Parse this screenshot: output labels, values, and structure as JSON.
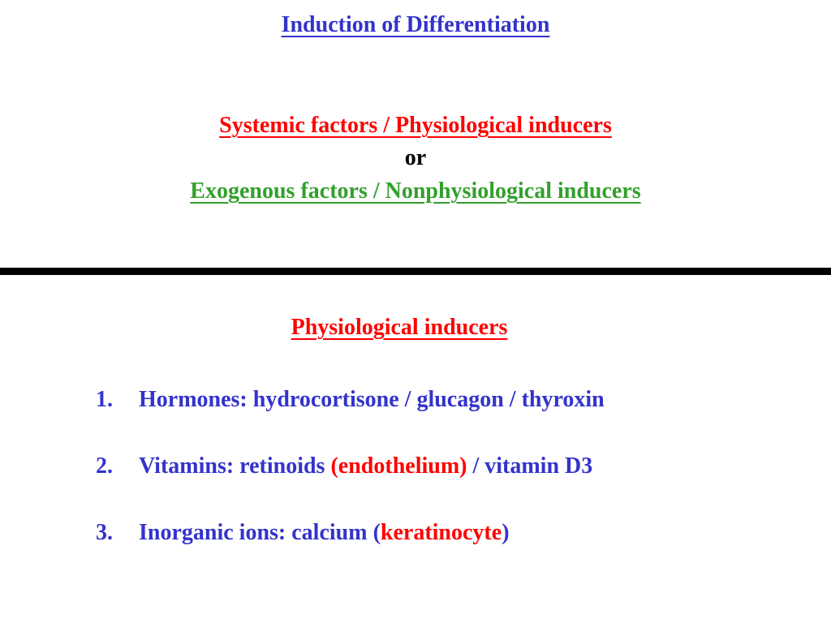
{
  "slide": {
    "title": "Induction of Differentiation",
    "systemic": "Systemic factors / Physiological inducers",
    "or": "or",
    "exogenous": "Exogenous factors / Nonphysiological inducers",
    "section_heading": "Physiological inducers",
    "items": [
      {
        "number": "1.",
        "text": "Hormones: hydrocortisone / glucagon / thyroxin"
      },
      {
        "number": "2.",
        "text_before": "Vitamins: retinoids ",
        "highlight": "(endothelium)",
        "text_after": " / vitamin D3"
      },
      {
        "number": "3.",
        "text_before": "Inorganic ions: calcium ",
        "paren_open": "(",
        "highlight": "keratinocyte",
        "paren_close": ")"
      }
    ]
  },
  "colors": {
    "title": "#3333cc",
    "systemic": "#ff0000",
    "exogenous": "#33a02c",
    "list": "#3333cc",
    "highlight": "#ff0000"
  }
}
